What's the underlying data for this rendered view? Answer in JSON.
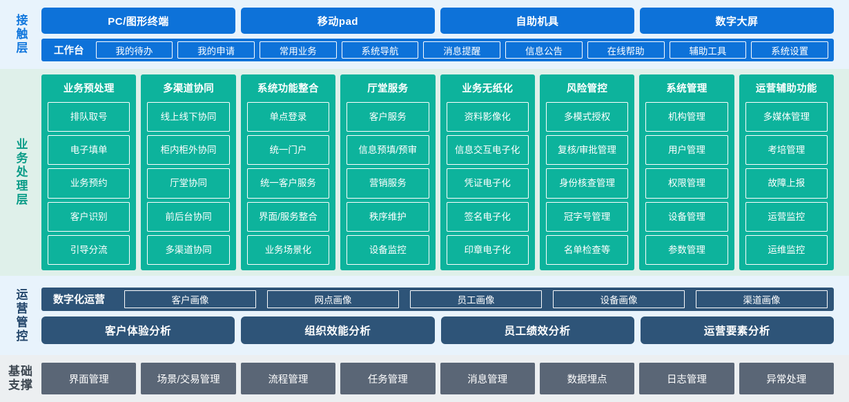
{
  "bands": {
    "touch": {
      "label": "接触层",
      "channels": [
        "PC/图形终端",
        "移动pad",
        "自助机具",
        "数字大屏"
      ],
      "workbench_title": "工作台",
      "workbench_items": [
        "我的待办",
        "我的申请",
        "常用业务",
        "系统导航",
        "消息提醒",
        "信息公告",
        "在线帮助",
        "辅助工具",
        "系统设置"
      ]
    },
    "business": {
      "label": "业务处理层",
      "columns": [
        {
          "head": "业务预处理",
          "items": [
            "排队取号",
            "电子填单",
            "业务预约",
            "客户识别",
            "引导分流"
          ]
        },
        {
          "head": "多渠道协同",
          "items": [
            "线上线下协同",
            "柜内柜外协同",
            "厅堂协同",
            "前后台协同",
            "多渠道协同"
          ]
        },
        {
          "head": "系统功能整合",
          "items": [
            "单点登录",
            "统一门户",
            "统一客户服务",
            "界面/服务整合",
            "业务场景化"
          ]
        },
        {
          "head": "厅堂服务",
          "items": [
            "客户服务",
            "信息预填/预审",
            "营销服务",
            "秩序维护",
            "设备监控"
          ]
        },
        {
          "head": "业务无纸化",
          "items": [
            "资料影像化",
            "信息交互电子化",
            "凭证电子化",
            "签名电子化",
            "印章电子化"
          ]
        },
        {
          "head": "风险管控",
          "items": [
            "多模式授权",
            "复核/审批管理",
            "身份核查管理",
            "冠字号管理",
            "名单检查等"
          ]
        },
        {
          "head": "系统管理",
          "items": [
            "机构管理",
            "用户管理",
            "权限管理",
            "设备管理",
            "参数管理"
          ]
        },
        {
          "head": "运营辅助功能",
          "items": [
            "多媒体管理",
            "考培管理",
            "故障上报",
            "运营监控",
            "运维监控"
          ]
        }
      ]
    },
    "operations": {
      "label": "运营管控",
      "digital_title": "数字化运营",
      "portraits": [
        "客户画像",
        "网点画像",
        "员工画像",
        "设备画像",
        "渠道画像"
      ],
      "analyses": [
        "客户体验分析",
        "组织效能分析",
        "员工绩效分析",
        "运营要素分析"
      ]
    },
    "base": {
      "label_line1": "基础",
      "label_line2": "支撑",
      "items": [
        "界面管理",
        "场景/交易管理",
        "流程管理",
        "任务管理",
        "消息管理",
        "数据埋点",
        "日志管理",
        "异常处理"
      ]
    }
  },
  "colors": {
    "blue": "#0d72d9",
    "green": "#0db39c",
    "navy": "#2e5478",
    "gray": "#5a6676",
    "mint_bg": "#dff0ea",
    "lightblue_bg": "#e8f3fc",
    "base_bg": "#eceff1"
  }
}
